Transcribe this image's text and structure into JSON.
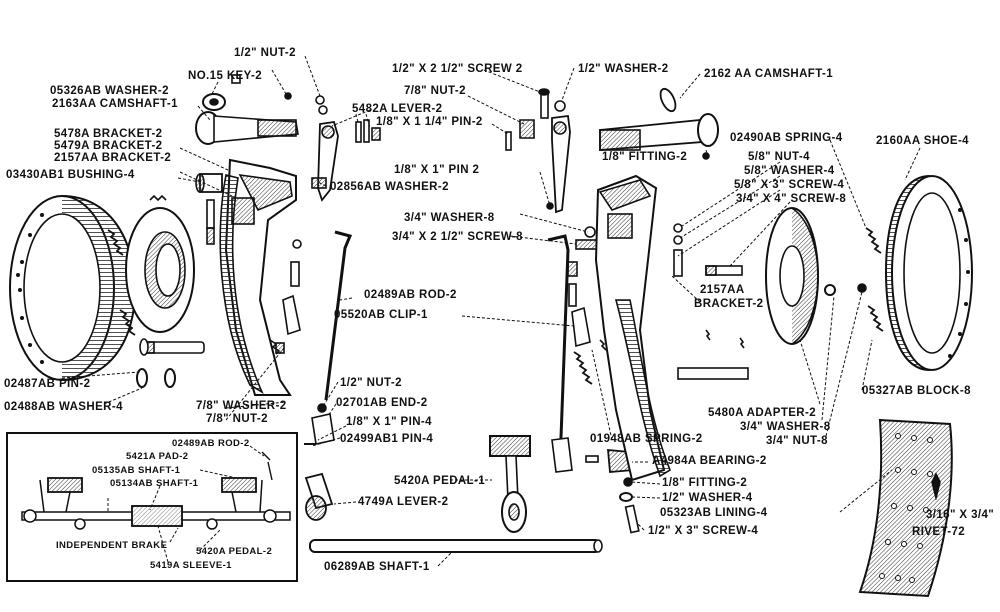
{
  "labels": {
    "nut_half_top": "1/2\" NUT-2",
    "key": "NO.15 KEY-2",
    "washer_05326": "05326AB WASHER-2",
    "camshaft_2163": "2163AA CAMSHAFT-1",
    "bracket_5478": "5478A BRACKET-2",
    "bracket_5479": "5479A BRACKET-2",
    "bracket_2157_left": "2157AA BRACKET-2",
    "bushing": "03430AB1 BUSHING-4",
    "lever_5482": "5482A LEVER-2",
    "pin_7_8_half": "7/8\" NUT-2",
    "pin_1_8_1_4": "1/8\" X 1 1/4\" PIN-2",
    "washer_02856": "02856AB WASHER-2",
    "pin_1_8_1": "1/8\" X 1\" PIN 2",
    "screw_half_2half": "1/2\" X 2 1/2\" SCREW 2",
    "washer_half_top": "1/2\" WASHER-2",
    "camshaft_2162": "2162 AA CAMSHAFT-1",
    "fitting_top": "1/8\" FITTING-2",
    "spring_02490": "02490AB SPRING-4",
    "shoe": "2160AA SHOE-4",
    "nut_5_8": "5/8\" NUT-4",
    "washer_5_8": "5/8\" WASHER-4",
    "screw_5_8": "5/8\" X 3\" SCREW-4",
    "screw_3_4": "3/4\" X 4\" SCREW-8",
    "washer_3_4_mid": "3/4\" WASHER-8",
    "screw_3_4_2half": "3/4\" X 2 1/2\" SCREW-8",
    "bracket_2157_right_a": "2157AA",
    "bracket_2157_right_b": "BRACKET-2",
    "rod_02489": "02489AB ROD-2",
    "clip": "05520AB CLIP-1",
    "pin_02487": "02487AB PIN-2",
    "washer_02488": "02488AB WASHER-4",
    "washer_7_8": "7/8\" WASHER-2",
    "nut_7_8_low": "7/8\" NUT-2",
    "nut_half_low": "1/2\" NUT-2",
    "end_02701": "02701AB END-2",
    "pin_1_8_1_low": "1/8\" X 1\" PIN-4",
    "pin_02499": "02499AB1 PIN-4",
    "spring_01948": "01948AB SPRING-2",
    "bearing": "A4984A BEARING-2",
    "adapter": "5480A ADAPTER-2",
    "washer_3_4_low": "3/4\" WASHER-8",
    "nut_3_4_low": "3/4\" NUT-8",
    "block": "05327AB BLOCK-8",
    "pedal_5420": "5420A PEDAL-1",
    "lever_4749": "4749A LEVER-2",
    "fitting_low": "1/8\" FITTING-2",
    "washer_half_low": "1/2\" WASHER-4",
    "lining": "05323AB LINING-4",
    "screw_half_3": "1/2\" X 3\" SCREW-4",
    "rivet_a": "3/16\" X 3/4\"",
    "rivet_b": "RIVET-72",
    "shaft_06289": "06289AB SHAFT-1"
  },
  "inset": {
    "rod": "02489AB ROD-2",
    "pad": "5421A PAD-2",
    "shaft_05135": "05135AB SHAFT-1",
    "shaft_05134": "05134AB SHAFT-1",
    "caption": "INDEPENDENT BRAKE",
    "pedal": "5420A PEDAL-2",
    "sleeve": "5419A SLEEVE-1"
  }
}
